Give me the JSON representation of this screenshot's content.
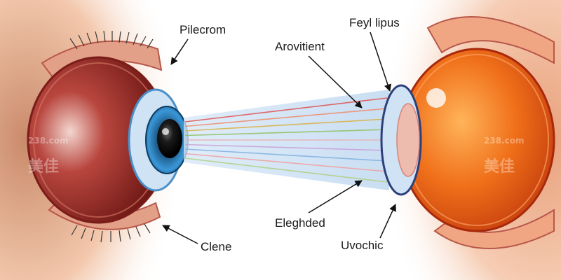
{
  "labels": {
    "pilecrom": "Pilecrom",
    "arovitient": "Arovitient",
    "feyl_lipus": "Feyl lipus",
    "eleghded": "Eleghded",
    "clene": "Clene",
    "uvochic": "Uvochic"
  },
  "watermark": {
    "logo_text": "美佳",
    "site_text": "238.com"
  },
  "colors": {
    "skin": "#f4c4a8",
    "left_eyeball": "#9a2a24",
    "right_eyeball": "#f06a1a",
    "iris": "#2f86c9",
    "lens_blue": "#8fc2ec",
    "beam": "#cfe2f5",
    "label_text": "#1a1a1a"
  },
  "rays": [
    {
      "color": "#e05050"
    },
    {
      "color": "#f08a6a"
    },
    {
      "color": "#d8b040"
    },
    {
      "color": "#8fc060"
    },
    {
      "color": "#e8b0b0"
    },
    {
      "color": "#c9a0d8"
    },
    {
      "color": "#80b0e0"
    },
    {
      "color": "#f0a0a0"
    },
    {
      "color": "#b0d080"
    }
  ]
}
